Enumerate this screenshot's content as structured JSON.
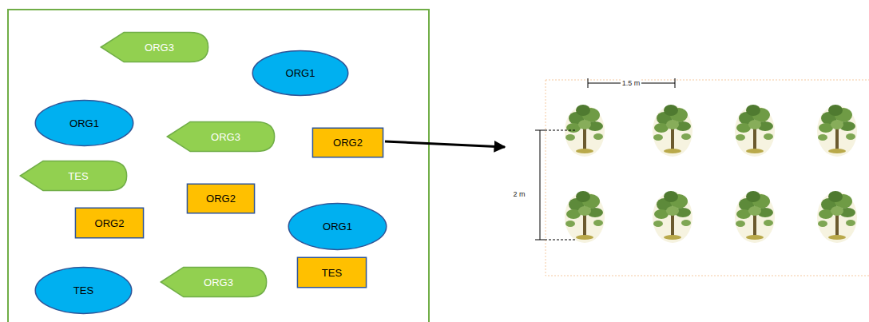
{
  "diagram": {
    "nodes": [
      {
        "text": [
          "ORG3"
        ]
      },
      {
        "text": [
          "ORG1"
        ]
      },
      {
        "text": [
          "ORG1"
        ]
      },
      {
        "text": [
          "ORG3"
        ]
      },
      {
        "text": [
          "ORG2"
        ]
      },
      {
        "text": [
          "TES"
        ]
      },
      {
        "text": [
          "ORG2"
        ]
      },
      {
        "text": [
          "ORG2"
        ]
      },
      {
        "text": [
          "ORG1"
        ]
      },
      {
        "text": [
          "TES"
        ]
      },
      {
        "text": [
          "ORG3"
        ]
      },
      {
        "text": [
          "TES"
        ]
      }
    ],
    "labels": [
      "1.5 m",
      "2 m"
    ]
  }
}
